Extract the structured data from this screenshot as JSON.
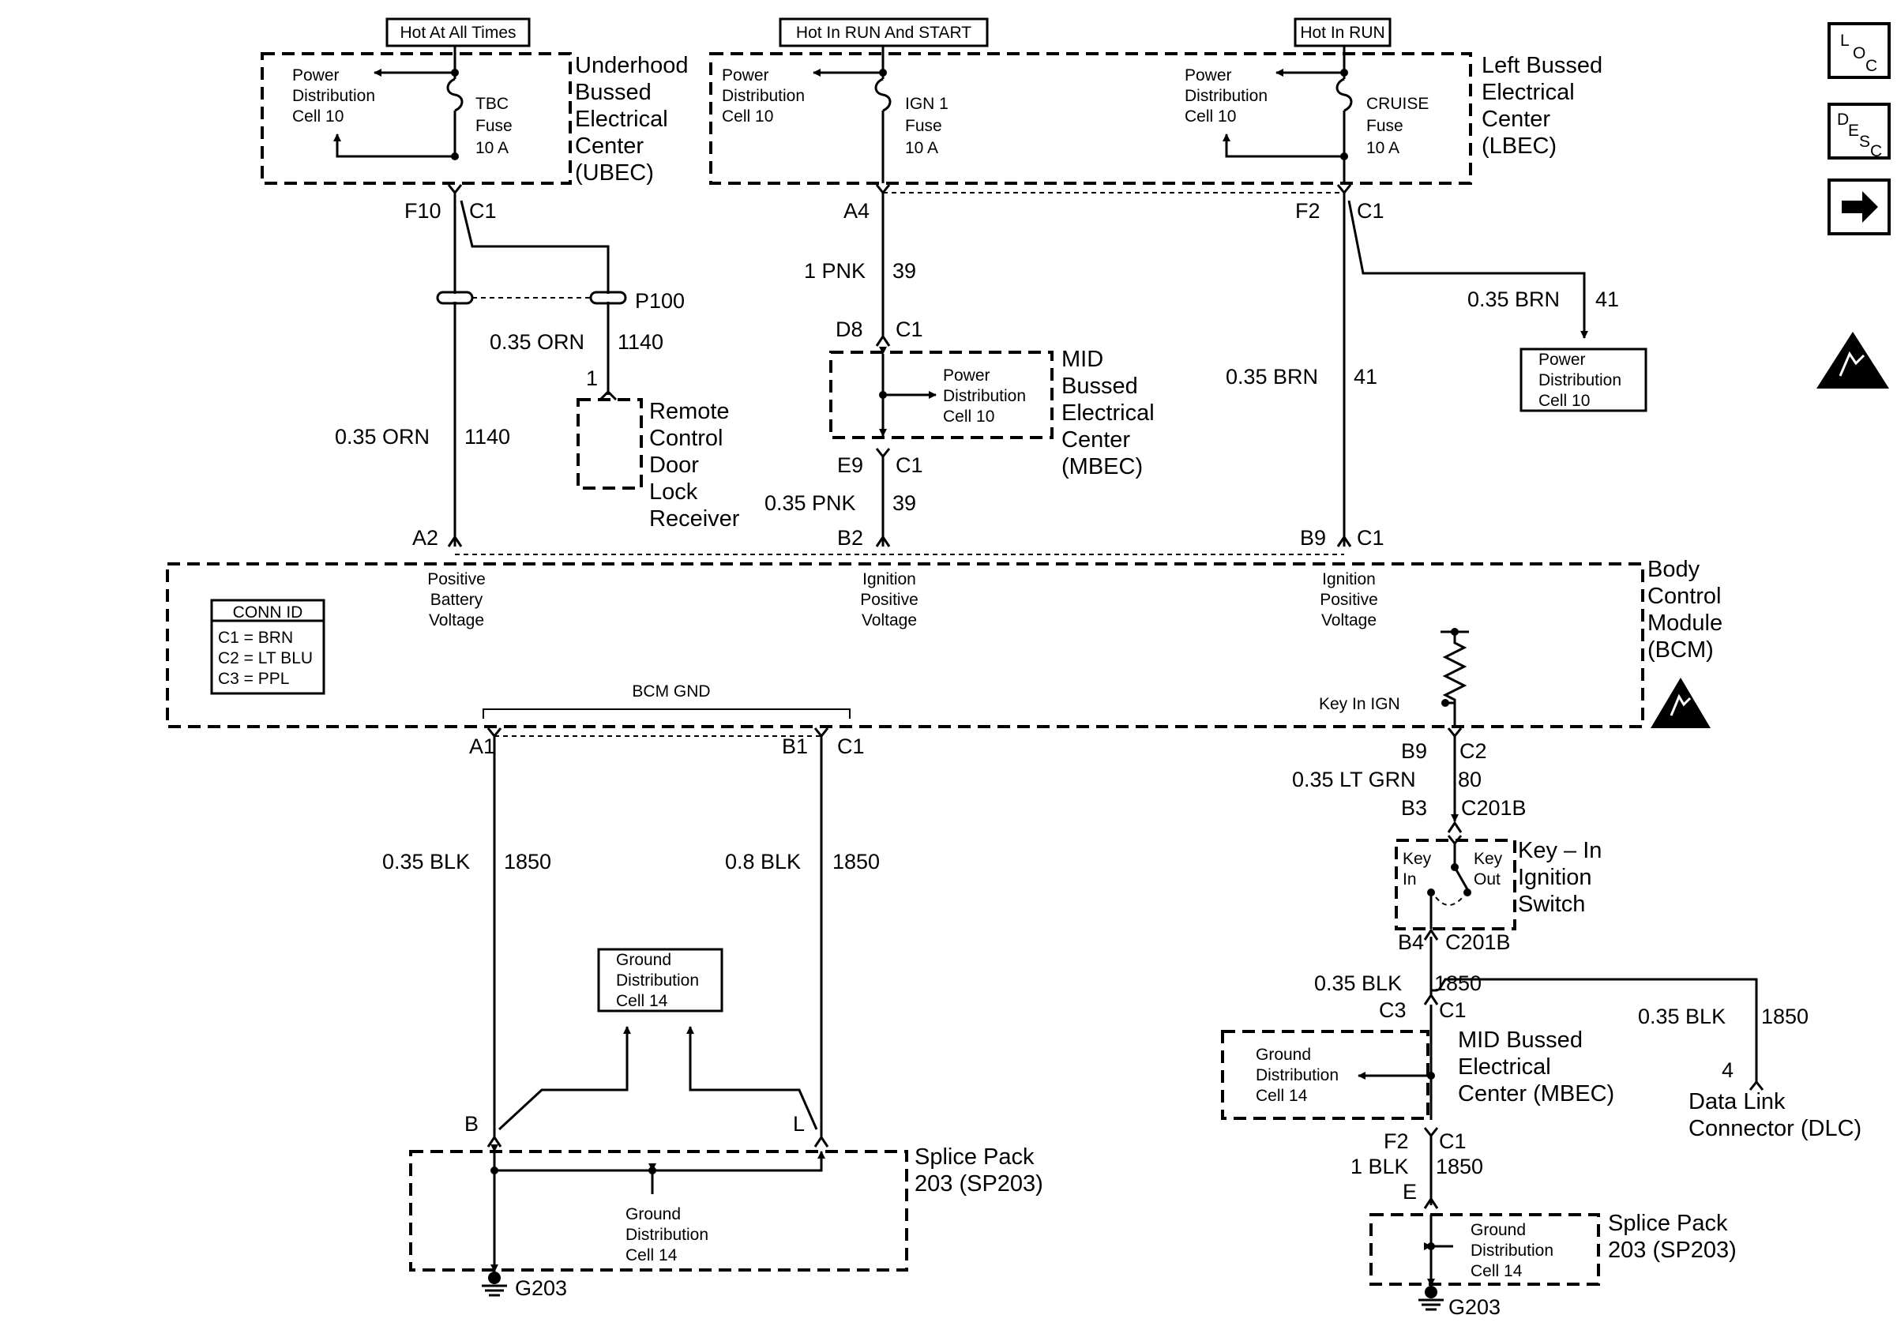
{
  "headers": {
    "hot_all_times": "Hot At All Times",
    "hot_run_start": "Hot In RUN And START",
    "hot_run": "Hot In RUN"
  },
  "ubec": {
    "name": [
      "Underhood",
      "Bussed",
      "Electrical",
      "Center",
      "(UBEC)"
    ],
    "pdc": [
      "Power",
      "Distribution",
      "Cell 10"
    ],
    "fuse": [
      "TBC",
      "Fuse",
      "10 A"
    ]
  },
  "lbec": {
    "name": [
      "Left Bussed",
      "Electrical",
      "Center",
      "(LBEC)"
    ],
    "ign_pdc": [
      "Power",
      "Distribution",
      "Cell 10"
    ],
    "ign_fuse": [
      "IGN 1",
      "Fuse",
      "10 A"
    ],
    "cruise_pdc": [
      "Power",
      "Distribution",
      "Cell 10"
    ],
    "cruise_fuse": [
      "CRUISE",
      "Fuse",
      "10 A"
    ]
  },
  "connectors": {
    "f10": "F10",
    "c1_a": "C1",
    "a4": "A4",
    "f2": "F2",
    "c1_b": "C1",
    "p100": "P100",
    "pin1": "1",
    "d8": "D8",
    "c1_d8": "C1",
    "e9": "E9",
    "c1_e9": "C1",
    "a2": "A2",
    "b2": "B2",
    "b9": "B9",
    "c1_b9": "C1",
    "a1": "A1",
    "b1": "B1",
    "c1_b1": "C1",
    "b9_c2": "B9",
    "c2": "C2",
    "b3": "B3",
    "c201b_top": "C201B",
    "b4": "B4",
    "c201b_bot": "C201B",
    "c3": "C3",
    "c1_c3": "C1",
    "f2_mbec": "F2",
    "c1_f2": "C1",
    "e": "E",
    "dlc_pin": "4",
    "splice_b": "B",
    "splice_l": "L"
  },
  "wires": {
    "orn_upper": [
      "0.35 ORN",
      "1140"
    ],
    "orn_lower": [
      "0.35 ORN",
      "1140"
    ],
    "pnk_upper": [
      "1 PNK",
      "39"
    ],
    "pnk_lower": [
      "0.35 PNK",
      "39"
    ],
    "brn_branch": [
      "0.35 BRN",
      "41"
    ],
    "brn_main": [
      "0.35 BRN",
      "41"
    ],
    "blk_a1": [
      "0.35 BLK",
      "1850"
    ],
    "blk_b1": [
      "0.8 BLK",
      "1850"
    ],
    "ltgrn": [
      "0.35 LT GRN",
      "80"
    ],
    "blk_b4": [
      "0.35 BLK",
      "1850"
    ],
    "blk_dlc": [
      "0.35 BLK",
      "1850"
    ],
    "blk_f2": [
      "1 BLK",
      "1850"
    ]
  },
  "remote": [
    "Remote",
    "Control",
    "Door",
    "Lock",
    "Receiver"
  ],
  "mid_top": {
    "name": [
      "MID",
      "Bussed",
      "Electrical",
      "Center",
      "(MBEC)"
    ],
    "pdc": [
      "Power",
      "Distribution",
      "Cell 10"
    ]
  },
  "pdc_cell10_box": [
    "Power",
    "Distribution",
    "Cell 10"
  ],
  "bcm": {
    "name": [
      "Body",
      "Control",
      "Module",
      "(BCM)"
    ],
    "pin_a2": [
      "Positive",
      "Battery",
      "Voltage"
    ],
    "pin_b2": [
      "Ignition",
      "Positive",
      "Voltage"
    ],
    "pin_b9": [
      "Ignition",
      "Positive",
      "Voltage"
    ],
    "conn_id_title": "CONN ID",
    "conn_id": [
      "C1 = BRN",
      "C2 = LT BLU",
      "C3 = PPL"
    ],
    "gnd": "BCM GND",
    "key_in": "Key In IGN"
  },
  "gdc_box": [
    "Ground",
    "Distribution",
    "Cell 14"
  ],
  "splice_left": {
    "name": [
      "Splice Pack",
      "203 (SP203)"
    ],
    "gdc": [
      "Ground",
      "Distribution",
      "Cell 14"
    ],
    "ground": "G203"
  },
  "key_switch": {
    "name": [
      "Key – In",
      "Ignition",
      "Switch"
    ],
    "key_in": [
      "Key",
      "In"
    ],
    "key_out": [
      "Key",
      "Out"
    ]
  },
  "mid_bottom": {
    "name": [
      "MID Bussed",
      "Electrical",
      "Center (MBEC)"
    ],
    "gdc": [
      "Ground",
      "Distribution",
      "Cell 14"
    ]
  },
  "dlc": [
    "Data Link",
    "Connector (DLC)"
  ],
  "splice_right": {
    "name": [
      "Splice Pack",
      "203 (SP203)"
    ],
    "gdc": [
      "Ground",
      "Distribution",
      "Cell 14"
    ],
    "ground": "G203"
  },
  "side_icons": {
    "loc": [
      "L",
      "O",
      "C"
    ],
    "desc": [
      "D",
      "E",
      "S",
      "C"
    ],
    "next": "arrow-right-icon",
    "esd": "esd-warning-icon"
  }
}
